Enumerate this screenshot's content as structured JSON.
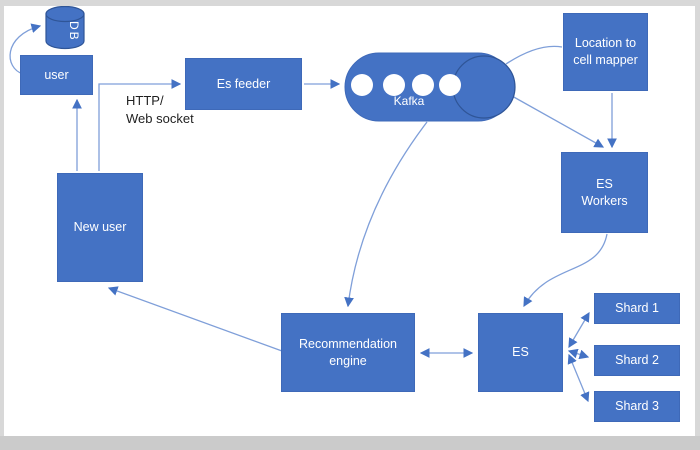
{
  "title": "System architecture diagram",
  "colors": {
    "node_fill": "#4472c4",
    "node_border": "#3e69b8",
    "node_border_dark": "#2f5597",
    "connector": "#7f9fd9",
    "arrowhead": "#4472c4",
    "node_text": "#ffffff",
    "label_text": "#1f1f1f",
    "frame_gray": "#d8d8d8"
  },
  "nodes": {
    "db": "DB",
    "user": "user",
    "es_feeder": "Es feeder",
    "kafka": "Kafka",
    "location_mapper": "Location to\ncell mapper",
    "es_workers": "ES\nWorkers",
    "new_user": "New user",
    "recommendation_engine": "Recommendation\nengine",
    "es": "ES",
    "shard_1": "Shard 1",
    "shard_2": "Shard 2",
    "shard_3": "Shard 3"
  },
  "labels": {
    "protocol": "HTTP/\nWeb socket"
  },
  "edges": [
    {
      "from": "user",
      "to": "db",
      "style": "curved",
      "arrow": "end"
    },
    {
      "from": "new_user",
      "to": "user",
      "style": "straight",
      "arrow": "end"
    },
    {
      "from": "new_user",
      "to": "es_feeder",
      "style": "elbow",
      "arrow": "end",
      "label": "HTTP/\nWeb socket"
    },
    {
      "from": "es_feeder",
      "to": "kafka",
      "style": "straight",
      "arrow": "end"
    },
    {
      "from": "kafka",
      "to": "location_mapper",
      "style": "curved",
      "arrow": "none"
    },
    {
      "from": "kafka",
      "to": "es_workers",
      "style": "straight",
      "arrow": "end"
    },
    {
      "from": "location_mapper",
      "to": "es_workers",
      "style": "straight",
      "arrow": "end"
    },
    {
      "from": "es_workers",
      "to": "es",
      "style": "curved",
      "arrow": "end"
    },
    {
      "from": "kafka",
      "to": "recommendation_engine",
      "style": "curved",
      "arrow": "end"
    },
    {
      "from": "recommendation_engine",
      "to": "es",
      "style": "straight",
      "arrow": "both"
    },
    {
      "from": "es",
      "to": "shard_1",
      "style": "straight",
      "arrow": "both"
    },
    {
      "from": "es",
      "to": "shard_2",
      "style": "straight",
      "arrow": "both"
    },
    {
      "from": "es",
      "to": "shard_3",
      "style": "straight",
      "arrow": "both"
    },
    {
      "from": "recommendation_engine",
      "to": "new_user",
      "style": "straight",
      "arrow": "end"
    }
  ]
}
